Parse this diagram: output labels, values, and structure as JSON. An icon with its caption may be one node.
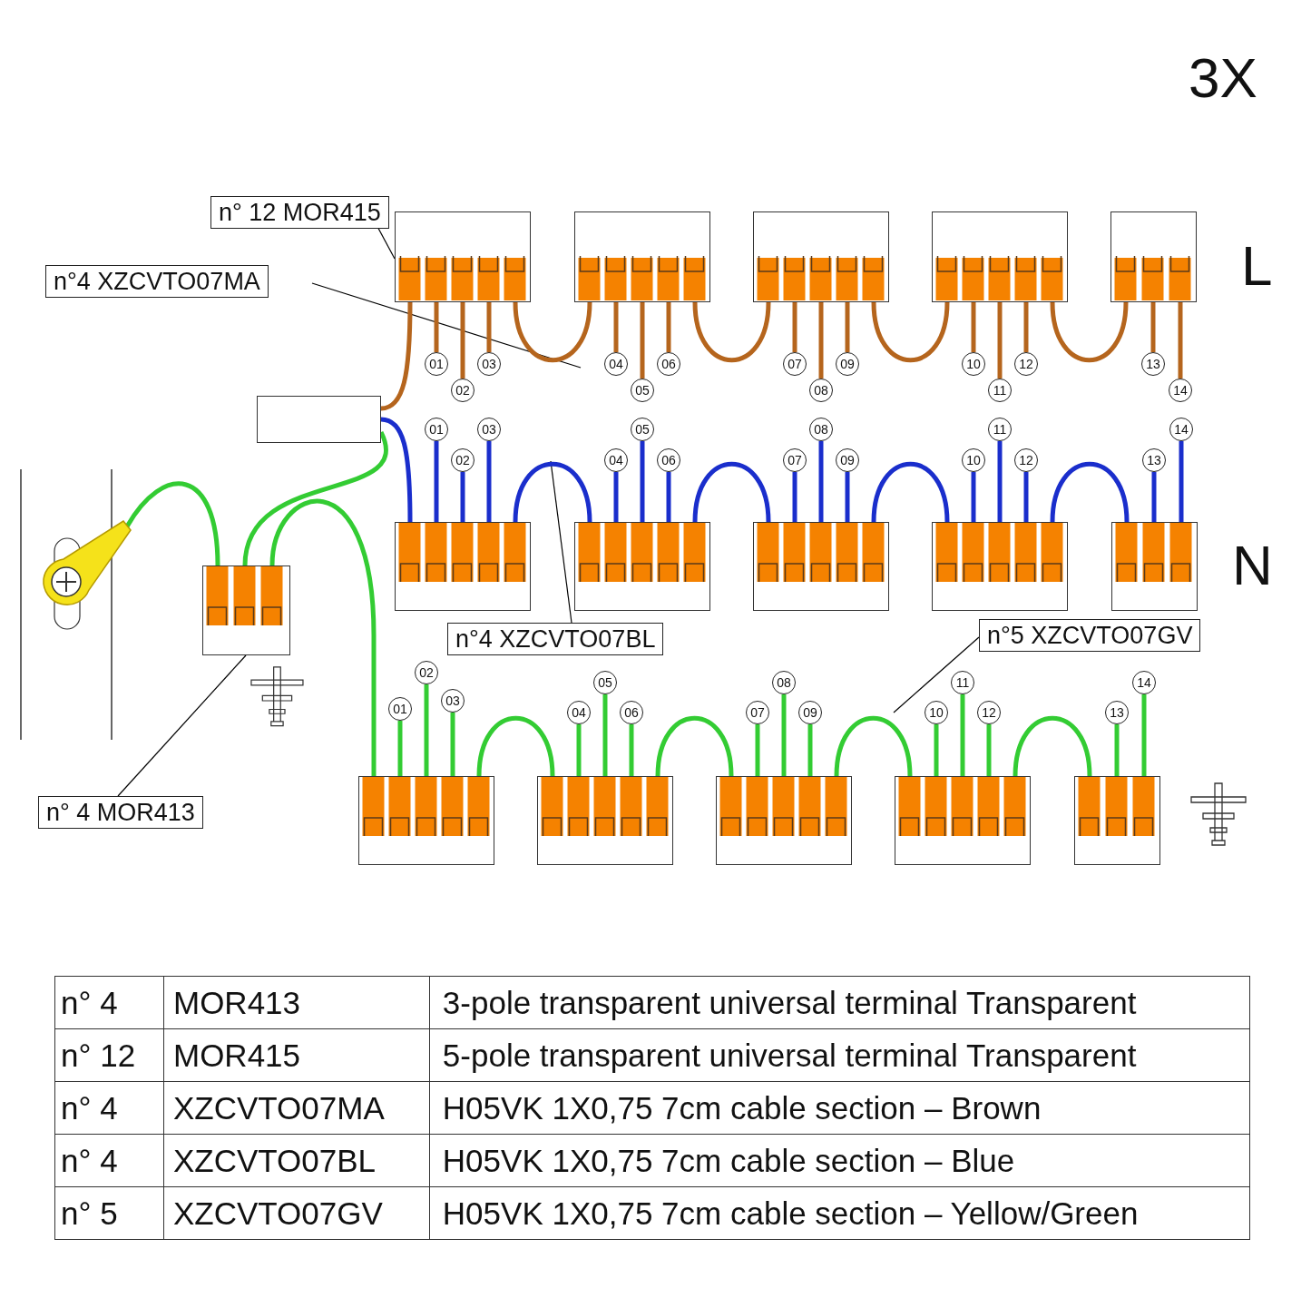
{
  "diagram": {
    "nodes": [
      {
        "text": [
          "n° 12 MOR415"
        ]
      },
      {
        "text": [],
        "shape": "box"
      },
      {
        "text": [],
        "shape": "box"
      },
      {
        "text": [],
        "shape": "box"
      },
      {
        "text": [],
        "shape": "box"
      },
      {
        "text": [],
        "shape": "box"
      },
      {
        "text": [
          "n°4 XZCVTO07MA"
        ]
      },
      {
        "text": [],
        "shape": "box"
      },
      {
        "text": [],
        "shape": "picture"
      },
      {
        "text": [],
        "shape": "box"
      },
      {
        "text": [],
        "shape": "box"
      },
      {
        "text": [],
        "shape": "box"
      },
      {
        "text": [],
        "shape": "box"
      },
      {
        "text": [],
        "shape": "box"
      },
      {
        "text": [],
        "shape": "box"
      },
      {
        "text": [
          "n°4 XZCVTO07BL"
        ]
      },
      {
        "text": [
          "n°5 XZCVTO07GV"
        ]
      },
      {
        "text": [],
        "shape": "box"
      },
      {
        "text": [],
        "shape": "box"
      },
      {
        "text": [],
        "shape": "box"
      },
      {
        "text": [],
        "shape": "box"
      },
      {
        "text": [],
        "shape": "box"
      },
      {
        "text": [
          "n° 4 MOR413"
        ]
      },
      {
        "text": [
          "01"
        ]
      },
      {
        "text": [
          "02"
        ]
      },
      {
        "text": [
          "03"
        ]
      },
      {
        "text": [
          "04"
        ]
      },
      {
        "text": [
          "05"
        ]
      },
      {
        "text": [
          "06"
        ]
      },
      {
        "text": [
          "07"
        ]
      },
      {
        "text": [
          "08"
        ]
      },
      {
        "text": [
          "09"
        ]
      },
      {
        "text": [
          "10"
        ]
      },
      {
        "text": [
          "11"
        ]
      },
      {
        "text": [
          "12"
        ]
      },
      {
        "text": [
          "13"
        ]
      },
      {
        "text": [
          "14"
        ]
      },
      {
        "text": [
          "01"
        ]
      },
      {
        "text": [
          "02"
        ]
      },
      {
        "text": [
          "03"
        ]
      },
      {
        "text": [
          "04"
        ]
      },
      {
        "text": [
          "05"
        ]
      },
      {
        "text": [
          "06"
        ]
      },
      {
        "text": [
          "07"
        ]
      },
      {
        "text": [
          "08"
        ]
      },
      {
        "text": [
          "09"
        ]
      },
      {
        "text": [
          "10"
        ]
      },
      {
        "text": [
          "11"
        ]
      },
      {
        "text": [
          "12"
        ]
      },
      {
        "text": [
          "13"
        ]
      },
      {
        "text": [
          "14"
        ]
      },
      {
        "text": [
          "01"
        ]
      },
      {
        "text": [
          "02"
        ]
      },
      {
        "text": [
          "03"
        ]
      },
      {
        "text": [
          "04"
        ]
      },
      {
        "text": [
          "05"
        ]
      },
      {
        "text": [
          "06"
        ]
      },
      {
        "text": [
          "07"
        ]
      },
      {
        "text": [
          "08"
        ]
      },
      {
        "text": [
          "09"
        ]
      },
      {
        "text": [
          "10"
        ]
      },
      {
        "text": [
          "11"
        ]
      },
      {
        "text": [
          "12"
        ]
      },
      {
        "text": [
          "13"
        ]
      },
      {
        "text": [
          "14"
        ]
      }
    ],
    "edges": [
      {
        "from": 0,
        "to": 1,
        "arrow": "none",
        "color": "#000000"
      },
      {
        "from": 6,
        "to": null,
        "arrow": "none",
        "color": "#000000"
      },
      {
        "from": 15,
        "to": null,
        "arrow": "none",
        "color": "#000000"
      },
      {
        "from": 16,
        "to": null,
        "arrow": "none",
        "color": "#000000"
      },
      {
        "from": 22,
        "to": 14,
        "arrow": "none",
        "color": "#000000"
      },
      {
        "from": 7,
        "to": 1,
        "arrow": "none",
        "color": "#b5651d"
      },
      {
        "from": 1,
        "to": 2,
        "arrow": "none",
        "color": "#b5651d"
      },
      {
        "from": 2,
        "to": 3,
        "arrow": "none",
        "color": "#b5651d"
      },
      {
        "from": 3,
        "to": 4,
        "arrow": "none",
        "color": "#b5651d"
      },
      {
        "from": 4,
        "to": 5,
        "arrow": "none",
        "color": "#b5651d"
      },
      {
        "from": 7,
        "to": 9,
        "arrow": "none",
        "color": "#1a2ecc"
      },
      {
        "from": 9,
        "to": 10,
        "arrow": "none",
        "color": "#1a2ecc"
      },
      {
        "from": 10,
        "to": 11,
        "arrow": "none",
        "color": "#1a2ecc"
      },
      {
        "from": 11,
        "to": 12,
        "arrow": "none",
        "color": "#1a2ecc"
      },
      {
        "from": 12,
        "to": 13,
        "arrow": "none",
        "color": "#1a2ecc"
      },
      {
        "from": 7,
        "to": 14,
        "arrow": "none",
        "color": "#33cc33"
      },
      {
        "from": 8,
        "to": 14,
        "arrow": "none",
        "color": "#33cc33"
      },
      {
        "from": 14,
        "to": 17,
        "arrow": "none",
        "color": "#33cc33"
      },
      {
        "from": 17,
        "to": 18,
        "arrow": "none",
        "color": "#33cc33"
      },
      {
        "from": 18,
        "to": 19,
        "arrow": "none",
        "color": "#33cc33"
      },
      {
        "from": 19,
        "to": 20,
        "arrow": "none",
        "color": "#33cc33"
      },
      {
        "from": 20,
        "to": 21,
        "arrow": "none",
        "color": "#33cc33"
      },
      {
        "from": 1,
        "to": 23,
        "arrow": "none",
        "color": "#b5651d"
      },
      {
        "from": 1,
        "to": 24,
        "arrow": "none",
        "color": "#b5651d"
      },
      {
        "from": 1,
        "to": 25,
        "arrow": "none",
        "color": "#b5651d"
      },
      {
        "from": 2,
        "to": 26,
        "arrow": "none",
        "color": "#b5651d"
      },
      {
        "from": 2,
        "to": 27,
        "arrow": "none",
        "color": "#b5651d"
      },
      {
        "from": 2,
        "to": 28,
        "arrow": "none",
        "color": "#b5651d"
      },
      {
        "from": 3,
        "to": 29,
        "arrow": "none",
        "color": "#b5651d"
      },
      {
        "from": 3,
        "to": 30,
        "arrow": "none",
        "color": "#b5651d"
      },
      {
        "from": 3,
        "to": 31,
        "arrow": "none",
        "color": "#b5651d"
      },
      {
        "from": 4,
        "to": 32,
        "arrow": "none",
        "color": "#b5651d"
      },
      {
        "from": 4,
        "to": 33,
        "arrow": "none",
        "color": "#b5651d"
      },
      {
        "from": 4,
        "to": 34,
        "arrow": "none",
        "color": "#b5651d"
      },
      {
        "from": 5,
        "to": 35,
        "arrow": "none",
        "color": "#b5651d"
      },
      {
        "from": 5,
        "to": 36,
        "arrow": "none",
        "color": "#b5651d"
      },
      {
        "from": 9,
        "to": 37,
        "arrow": "none",
        "color": "#1a2ecc"
      },
      {
        "from": 9,
        "to": 38,
        "arrow": "none",
        "color": "#1a2ecc"
      },
      {
        "from": 9,
        "to": 39,
        "arrow": "none",
        "color": "#1a2ecc"
      },
      {
        "from": 10,
        "to": 40,
        "arrow": "none",
        "color": "#1a2ecc"
      },
      {
        "from": 10,
        "to": 41,
        "arrow": "none",
        "color": "#1a2ecc"
      },
      {
        "from": 10,
        "to": 42,
        "arrow": "none",
        "color": "#1a2ecc"
      },
      {
        "from": 11,
        "to": 43,
        "arrow": "none",
        "color": "#1a2ecc"
      },
      {
        "from": 11,
        "to": 44,
        "arrow": "none",
        "color": "#1a2ecc"
      },
      {
        "from": 11,
        "to": 45,
        "arrow": "none",
        "color": "#1a2ecc"
      },
      {
        "from": 12,
        "to": 46,
        "arrow": "none",
        "color": "#1a2ecc"
      },
      {
        "from": 12,
        "to": 47,
        "arrow": "none",
        "color": "#1a2ecc"
      },
      {
        "from": 12,
        "to": 48,
        "arrow": "none",
        "color": "#1a2ecc"
      },
      {
        "from": 13,
        "to": 49,
        "arrow": "none",
        "color": "#1a2ecc"
      },
      {
        "from": 13,
        "to": 50,
        "arrow": "none",
        "color": "#1a2ecc"
      },
      {
        "from": 17,
        "to": 51,
        "arrow": "none",
        "color": "#33cc33"
      },
      {
        "from": 17,
        "to": 52,
        "arrow": "none",
        "color": "#33cc33"
      },
      {
        "from": 17,
        "to": 53,
        "arrow": "none",
        "color": "#33cc33"
      },
      {
        "from": 18,
        "to": 54,
        "arrow": "none",
        "color": "#33cc33"
      },
      {
        "from": 18,
        "to": 55,
        "arrow": "none",
        "color": "#33cc33"
      },
      {
        "from": 18,
        "to": 56,
        "arrow": "none",
        "color": "#33cc33"
      },
      {
        "from": 19,
        "to": 57,
        "arrow": "none",
        "color": "#33cc33"
      },
      {
        "from": 19,
        "to": 58,
        "arrow": "none",
        "color": "#33cc33"
      },
      {
        "from": 19,
        "to": 59,
        "arrow": "none",
        "color": "#33cc33"
      },
      {
        "from": 20,
        "to": 60,
        "arrow": "none",
        "color": "#33cc33"
      },
      {
        "from": 20,
        "to": 61,
        "arrow": "none",
        "color": "#33cc33"
      },
      {
        "from": 20,
        "to": 62,
        "arrow": "none",
        "color": "#33cc33"
      },
      {
        "from": 21,
        "to": 63,
        "arrow": "none",
        "color": "#33cc33"
      },
      {
        "from": 21,
        "to": 64,
        "arrow": "none",
        "color": "#33cc33"
      }
    ],
    "labels": [
      "3X",
      "L",
      "N",
      "n° 4",
      "MOR413",
      "3-pole transparent universal terminal Transparent",
      "n° 12",
      "MOR415",
      "5-pole transparent universal terminal Transparent",
      "n° 4",
      "XZCVTO07MA",
      "H05VK 1X0,75 7cm cable section – Brown",
      "n° 4",
      "XZCVTO07BL",
      "H05VK 1X0,75 7cm cable section – Blue",
      "n° 5",
      "XZCVTO07GV",
      "H05VK 1X0,75 7cm cable section – Yellow/Green"
    ]
  }
}
